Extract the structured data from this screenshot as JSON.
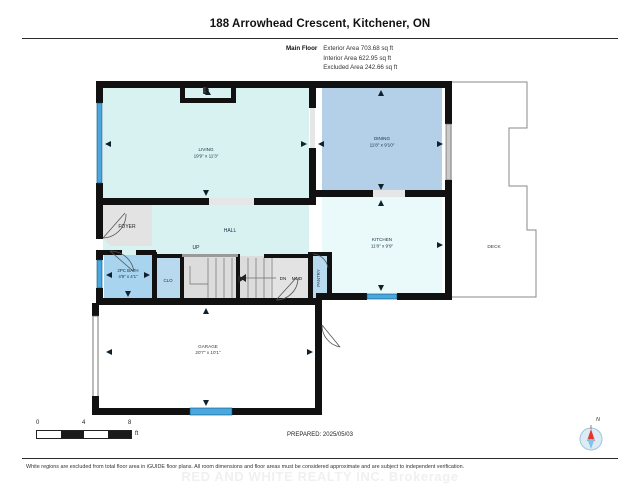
{
  "header": {
    "title": "188 Arrowhead Crescent, Kitchener, ON",
    "floor_label": "Main Floor",
    "areas": [
      "Exterior Area 703.68 sq ft",
      "Interior Area 622.95 sq ft",
      "Excluded Area 242.66 sq ft"
    ]
  },
  "rooms": [
    {
      "id": "living",
      "name": "LIVING",
      "dims": "19'9\" x 11'3\"",
      "fill": "#d8f2f2"
    },
    {
      "id": "dining",
      "name": "DINING",
      "dims": "11'8\" x 9'10\"",
      "fill": "#b4d0e8"
    },
    {
      "id": "kitchen",
      "name": "KITCHEN",
      "dims": "11'8\" x 9'9\"",
      "fill": "#eafafa"
    },
    {
      "id": "hall",
      "name": "HALL",
      "dims": "",
      "fill": "#d8f2f2"
    },
    {
      "id": "foyer",
      "name": "FOYER",
      "dims": "",
      "fill": "#e3e3e3"
    },
    {
      "id": "bath",
      "name": "2PC BATH",
      "dims": "4'9\" x 4'1\"",
      "fill": "#a8d4f0"
    },
    {
      "id": "clo",
      "name": "CLO",
      "dims": "",
      "fill": "#b9d9ef"
    },
    {
      "id": "up",
      "name": "UP",
      "dims": "",
      "fill": "#dcdcdc"
    },
    {
      "id": "dn",
      "name": "DN",
      "dims": "",
      "fill": "#dcdcdc"
    },
    {
      "id": "mud",
      "name": "MUD",
      "dims": "",
      "fill": "#e3e3e3"
    },
    {
      "id": "pantry",
      "name": "PANTRY",
      "dims": "",
      "fill": "#b9d9ef"
    },
    {
      "id": "garage",
      "name": "GARAGE",
      "dims": "20'7\" x 10'1\"",
      "fill": "#ffffff"
    },
    {
      "id": "deck",
      "name": "DECK",
      "dims": "",
      "fill": "#ffffff"
    }
  ],
  "footer": {
    "scale_ticks": [
      "0",
      "4",
      "8"
    ],
    "scale_unit": "ft",
    "prepared": "PREPARED: 2025/05/03",
    "disclaimer": "White regions are excluded from total floor area in iGUIDE floor plans. All room dimensions and floor areas must be considered approximate and are subject to independent verification.",
    "watermark": "RED AND WHITE REALTY INC.  Brokerage",
    "compass_label": "N"
  },
  "colors": {
    "wall": "#111111",
    "window": "#4aa8e0",
    "living_fill": "#d8f2f2",
    "dining_fill": "#b4d0e8",
    "kitchen_fill": "#eafafa",
    "bath_fill": "#a8d4f0",
    "neutral_fill": "#e3e3e3"
  }
}
